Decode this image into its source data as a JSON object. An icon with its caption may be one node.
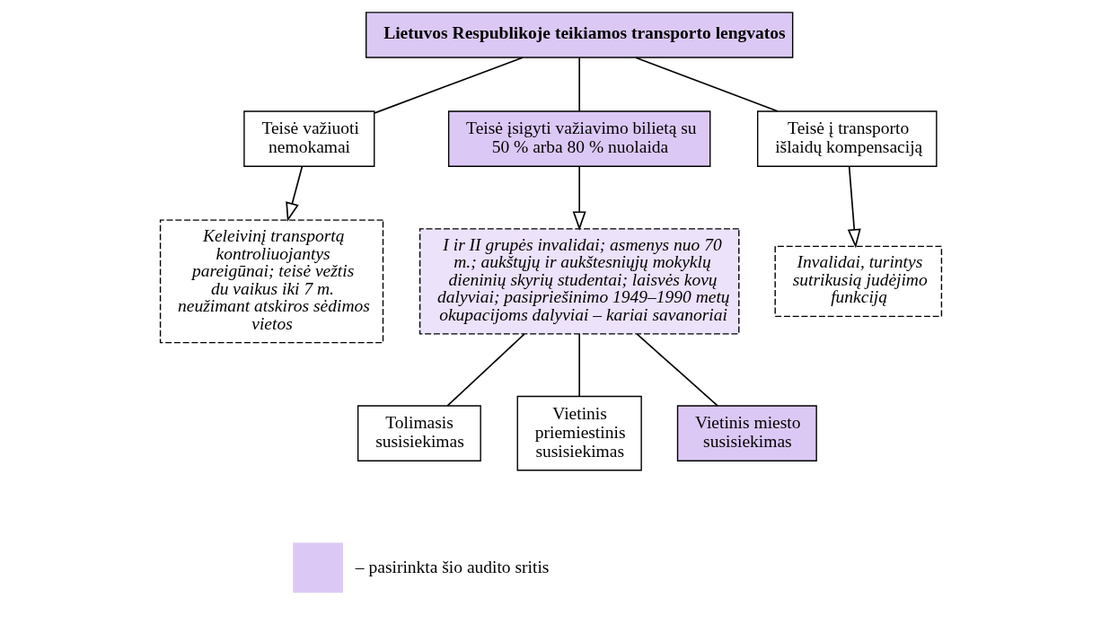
{
  "diagram": {
    "nodes": [
      {
        "text": [
          "Lietuvos Respublikoje teikiamos transporto lengvatos"
        ]
      },
      {
        "text": [
          "Teisė važiuoti nemokamai"
        ]
      },
      {
        "text": [
          "Teisė įsigyti važiavimo bilietą su 50 % arba 80 % nuolaida"
        ]
      },
      {
        "text": [
          "Teisė į transporto išlaidų kompensaciją"
        ]
      },
      {
        "text": [
          "Keleivinį transportą kontroliuojantys pareigūnai; teisė vežtis du vaikus iki 7 m. neužimant atskiros sėdimos vietos"
        ]
      },
      {
        "text": [
          "I ir II grupės invalidai; asmenys nuo 70 m.; aukštųjų ir aukštesniųjų mokyklų dieninių skyrių studentai; laisvės kovų dalyviai; pasipriešinimo 1949–1990 metų okupacijoms dalyviai – kariai savanoriai"
        ]
      },
      {
        "text": [
          "Invalidai, turintys sutrikusią judėjimo funkciją"
        ]
      },
      {
        "text": [
          "Tolimasis susisiekimas"
        ]
      },
      {
        "text": [
          "Vietinis priemiestinis susisiekimas"
        ]
      },
      {
        "text": [
          "Vietinis miesto susisiekimas"
        ]
      }
    ],
    "edges": [
      {
        "from": 0,
        "to": 1,
        "arrow": "none"
      },
      {
        "from": 0,
        "to": 2,
        "arrow": "none"
      },
      {
        "from": 0,
        "to": 3,
        "arrow": "none"
      },
      {
        "from": 1,
        "to": 4,
        "arrow": "to"
      },
      {
        "from": 2,
        "to": 5,
        "arrow": "to"
      },
      {
        "from": 3,
        "to": 6,
        "arrow": "to"
      },
      {
        "from": 5,
        "to": 7,
        "arrow": "none"
      },
      {
        "from": 5,
        "to": 8,
        "arrow": "none"
      },
      {
        "from": 5,
        "to": 9,
        "arrow": "none"
      }
    ],
    "legend": [
      {
        "text": "– pasirinkta šio audito sritis",
        "color": "#dcc8f5"
      }
    ]
  }
}
